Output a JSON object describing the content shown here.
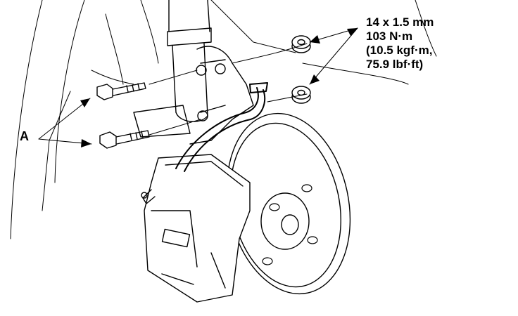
{
  "callouts": {
    "spec_lines": [
      "14 x 1.5 mm",
      "103 N·m",
      "(10.5 kgf·m,",
      "75.9 lbf·ft)"
    ],
    "label_a": "A"
  },
  "colors": {
    "ink": "#000000",
    "paper": "#ffffff"
  },
  "icons": [
    "nut-icon",
    "bolt-icon",
    "brake-disc-icon",
    "brake-caliper-icon",
    "strut-icon",
    "brake-hose-icon"
  ]
}
